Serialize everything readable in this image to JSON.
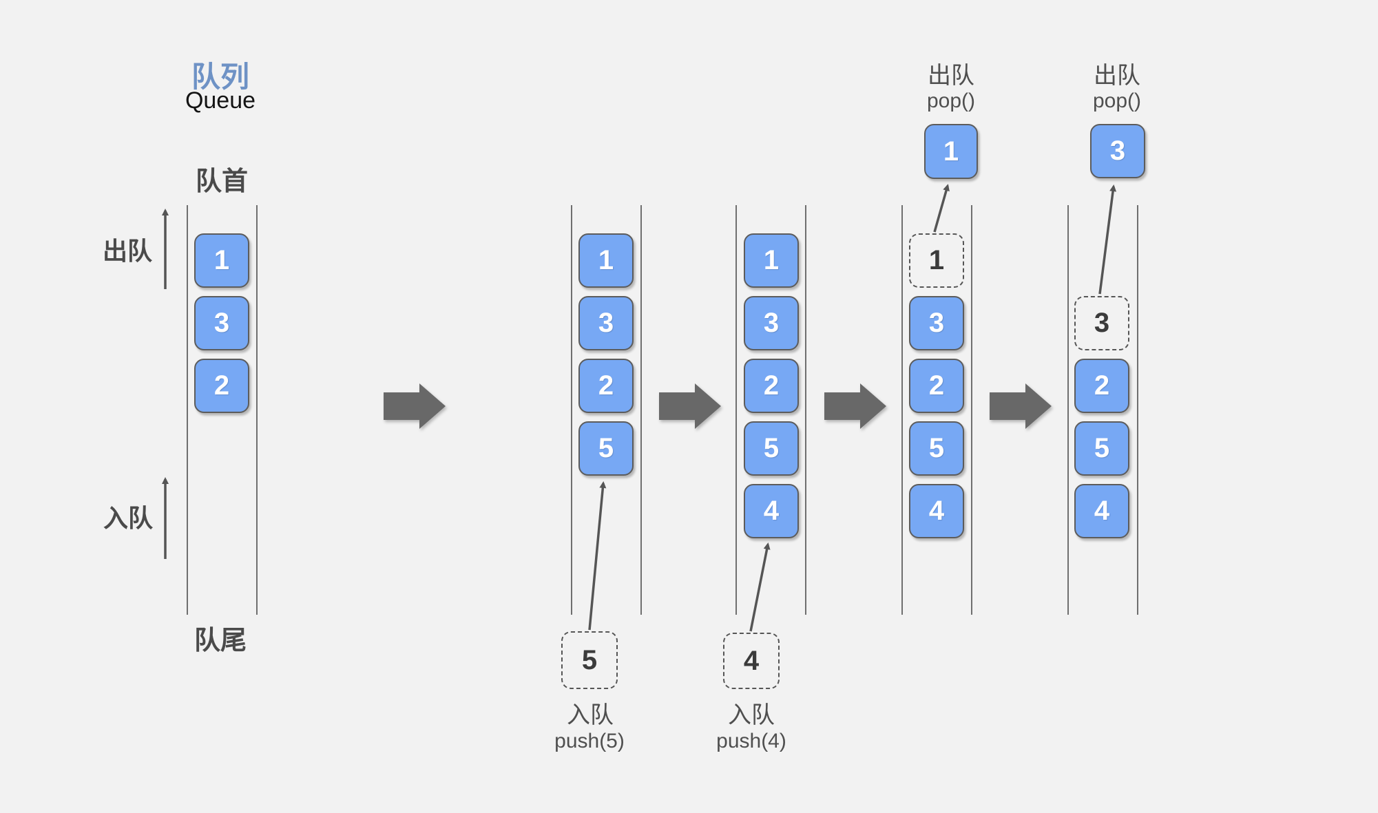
{
  "title": {
    "zh": "队列",
    "en": "Queue"
  },
  "legend": {
    "front_label": "队首",
    "rear_label": "队尾",
    "dequeue_side_label": "出队",
    "enqueue_side_label": "入队"
  },
  "colors": {
    "background": "#f2f2f2",
    "element_fill": "#77a8f4",
    "element_border": "#5c5c5c",
    "element_text": "#ffffff",
    "ghost_border": "#555555",
    "label_text": "#4a4a4a",
    "title_accent": "#6e92c5",
    "transition_arrow": "#686868",
    "rail_gray": "#6f6f6f"
  },
  "stages": [
    {
      "id": "initial",
      "slots": [
        {
          "value": "1",
          "variant": "solid"
        },
        {
          "value": "3",
          "variant": "solid"
        },
        {
          "value": "2",
          "variant": "solid"
        }
      ]
    },
    {
      "id": "after-push-5",
      "slots": [
        {
          "value": "1",
          "variant": "solid"
        },
        {
          "value": "3",
          "variant": "solid"
        },
        {
          "value": "2",
          "variant": "solid"
        },
        {
          "value": "5",
          "variant": "solid"
        }
      ],
      "operation": {
        "type": "enqueue",
        "zh": "入队",
        "code": "push(5)",
        "value": "5"
      }
    },
    {
      "id": "after-push-4",
      "slots": [
        {
          "value": "1",
          "variant": "solid"
        },
        {
          "value": "3",
          "variant": "solid"
        },
        {
          "value": "2",
          "variant": "solid"
        },
        {
          "value": "5",
          "variant": "solid"
        },
        {
          "value": "4",
          "variant": "solid"
        }
      ],
      "operation": {
        "type": "enqueue",
        "zh": "入队",
        "code": "push(4)",
        "value": "4"
      }
    },
    {
      "id": "after-pop-1",
      "slots": [
        {
          "value": "1",
          "variant": "ghost"
        },
        {
          "value": "3",
          "variant": "solid"
        },
        {
          "value": "2",
          "variant": "solid"
        },
        {
          "value": "5",
          "variant": "solid"
        },
        {
          "value": "4",
          "variant": "solid"
        }
      ],
      "operation": {
        "type": "dequeue",
        "zh": "出队",
        "code": "pop()",
        "value": "1"
      }
    },
    {
      "id": "after-pop-3",
      "slots": [
        {
          "value": "3",
          "variant": "ghost"
        },
        {
          "value": "2",
          "variant": "solid"
        },
        {
          "value": "5",
          "variant": "solid"
        },
        {
          "value": "4",
          "variant": "solid"
        }
      ],
      "operation": {
        "type": "dequeue",
        "zh": "出队",
        "code": "pop()",
        "value": "3"
      }
    }
  ]
}
